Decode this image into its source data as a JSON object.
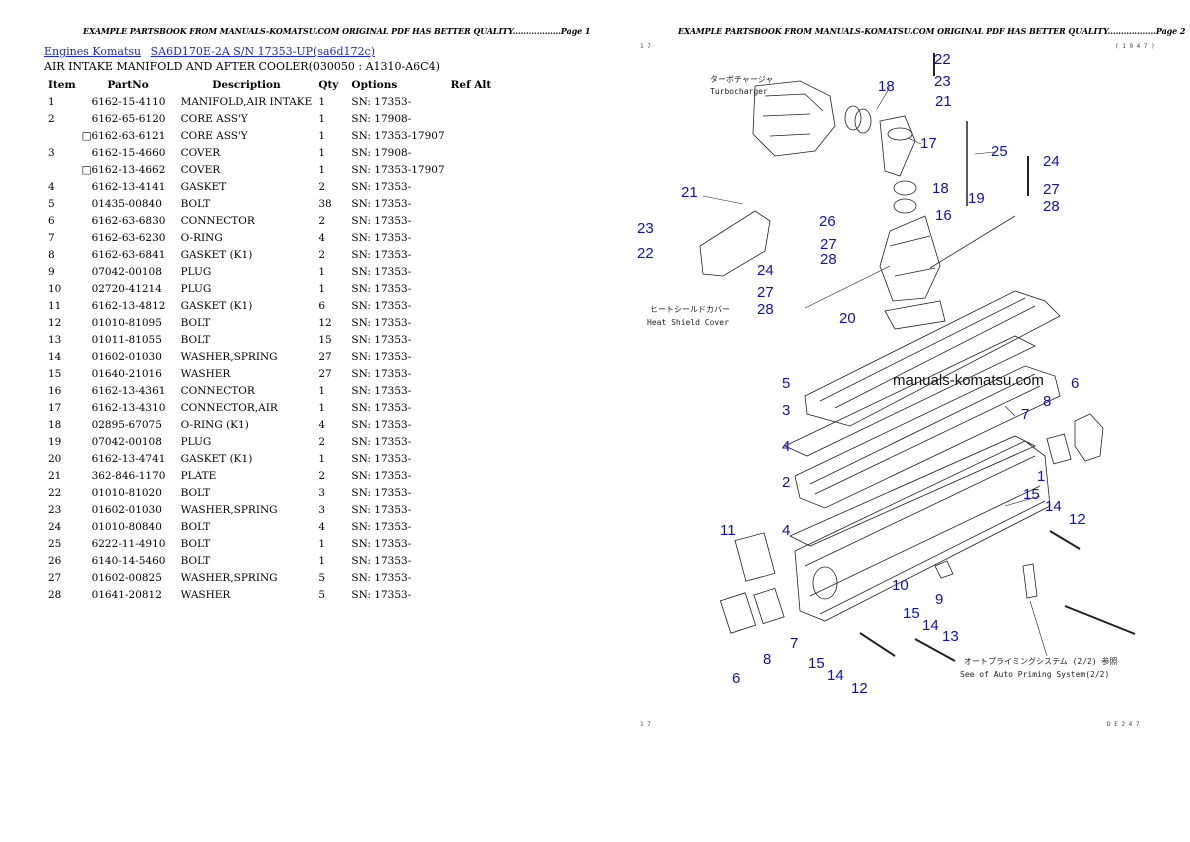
{
  "header_text": "EXAMPLE PARTSBOOK FROM MANUALS-KOMATSU.COM ORIGINAL PDF HAS BETTER QUALITY",
  "header_dots": "..................",
  "page1_label": "Page 1",
  "page2_label": "Page 2",
  "breadcrumb": {
    "link1": "Engines Komatsu",
    "link2": "SA6D170E-2A S/N 17353-UP(sa6d172c)"
  },
  "subtitle": "AIR INTAKE MANIFOLD AND AFTER COOLER(030050 : A1310-A6C4)",
  "table_headers": {
    "item": "Item",
    "partno": "PartNo",
    "description": "Description",
    "qty": "Qty",
    "options": "Options",
    "refalt": "Ref Alt"
  },
  "rows": [
    {
      "item": "1",
      "part": "6162-15-4110",
      "desc": "MANIFOLD,AIR INTAKE",
      "qty": "1",
      "opt": "SN: 17353-"
    },
    {
      "item": "2",
      "part": "6162-65-6120",
      "desc": "CORE ASS'Y",
      "qty": "1",
      "opt": "SN: 17908-"
    },
    {
      "item": "",
      "part": "□6162-63-6121",
      "desc": "CORE ASS'Y",
      "qty": "1",
      "opt": "SN: 17353-17907"
    },
    {
      "item": "3",
      "part": "6162-15-4660",
      "desc": "COVER",
      "qty": "1",
      "opt": "SN: 17908-"
    },
    {
      "item": "",
      "part": "□6162-13-4662",
      "desc": "COVER",
      "qty": "1",
      "opt": "SN: 17353-17907"
    },
    {
      "item": "4",
      "part": "6162-13-4141",
      "desc": "GASKET",
      "qty": "2",
      "opt": "SN: 17353-"
    },
    {
      "item": "5",
      "part": "01435-00840",
      "desc": "BOLT",
      "qty": "38",
      "opt": "SN: 17353-"
    },
    {
      "item": "6",
      "part": "6162-63-6830",
      "desc": "CONNECTOR",
      "qty": "2",
      "opt": "SN: 17353-"
    },
    {
      "item": "7",
      "part": "6162-63-6230",
      "desc": "O-RING",
      "qty": "4",
      "opt": "SN: 17353-"
    },
    {
      "item": "8",
      "part": "6162-63-6841",
      "desc": "GASKET (K1)",
      "qty": "2",
      "opt": "SN: 17353-"
    },
    {
      "item": "9",
      "part": "07042-00108",
      "desc": "PLUG",
      "qty": "1",
      "opt": "SN: 17353-"
    },
    {
      "item": "10",
      "part": "02720-41214",
      "desc": "PLUG",
      "qty": "1",
      "opt": "SN: 17353-"
    },
    {
      "item": "11",
      "part": "6162-13-4812",
      "desc": "GASKET (K1)",
      "qty": "6",
      "opt": "SN: 17353-"
    },
    {
      "item": "12",
      "part": "01010-81095",
      "desc": "BOLT",
      "qty": "12",
      "opt": "SN: 17353-"
    },
    {
      "item": "13",
      "part": "01011-81055",
      "desc": "BOLT",
      "qty": "15",
      "opt": "SN: 17353-"
    },
    {
      "item": "14",
      "part": "01602-01030",
      "desc": "WASHER,SPRING",
      "qty": "27",
      "opt": "SN: 17353-"
    },
    {
      "item": "15",
      "part": "01640-21016",
      "desc": "WASHER",
      "qty": "27",
      "opt": "SN: 17353-"
    },
    {
      "item": "16",
      "part": "6162-13-4361",
      "desc": "CONNECTOR",
      "qty": "1",
      "opt": "SN: 17353-"
    },
    {
      "item": "17",
      "part": "6162-13-4310",
      "desc": "CONNECTOR,AIR",
      "qty": "1",
      "opt": "SN: 17353-"
    },
    {
      "item": "18",
      "part": "02895-67075",
      "desc": "O-RING (K1)",
      "qty": "4",
      "opt": "SN: 17353-"
    },
    {
      "item": "19",
      "part": "07042-00108",
      "desc": "PLUG",
      "qty": "2",
      "opt": "SN: 17353-"
    },
    {
      "item": "20",
      "part": "6162-13-4741",
      "desc": "GASKET (K1)",
      "qty": "1",
      "opt": "SN: 17353-"
    },
    {
      "item": "21",
      "part": "362-846-1170",
      "desc": "PLATE",
      "qty": "2",
      "opt": "SN: 17353-"
    },
    {
      "item": "22",
      "part": "01010-81020",
      "desc": "BOLT",
      "qty": "3",
      "opt": "SN: 17353-"
    },
    {
      "item": "23",
      "part": "01602-01030",
      "desc": "WASHER,SPRING",
      "qty": "3",
      "opt": "SN: 17353-"
    },
    {
      "item": "24",
      "part": "01010-80840",
      "desc": "BOLT",
      "qty": "4",
      "opt": "SN: 17353-"
    },
    {
      "item": "25",
      "part": "6222-11-4910",
      "desc": "BOLT",
      "qty": "1",
      "opt": "SN: 17353-"
    },
    {
      "item": "26",
      "part": "6140-14-5460",
      "desc": "BOLT",
      "qty": "1",
      "opt": "SN: 17353-"
    },
    {
      "item": "27",
      "part": "01602-00825",
      "desc": "WASHER,SPRING",
      "qty": "5",
      "opt": "SN: 17353-"
    },
    {
      "item": "28",
      "part": "01641-20812",
      "desc": "WASHER",
      "qty": "5",
      "opt": "SN: 17353-"
    }
  ],
  "diagram": {
    "watermark": "manuals-komatsu.com",
    "turbo_jp": "ターボチャージャ",
    "turbo_en": "Turbocharger",
    "heat_jp": "ヒートシールドカバー",
    "heat_en": "Heat Shield Cover",
    "auto_jp": "オートプライミングシステム (2/2) 参照",
    "auto_en": "See of Auto Priming System(2/2)",
    "corner_tl": "1 7",
    "corner_tr": "( 1 0 4 7 )",
    "corner_bl": "1 7",
    "corner_br": "D E 2 4 7"
  }
}
